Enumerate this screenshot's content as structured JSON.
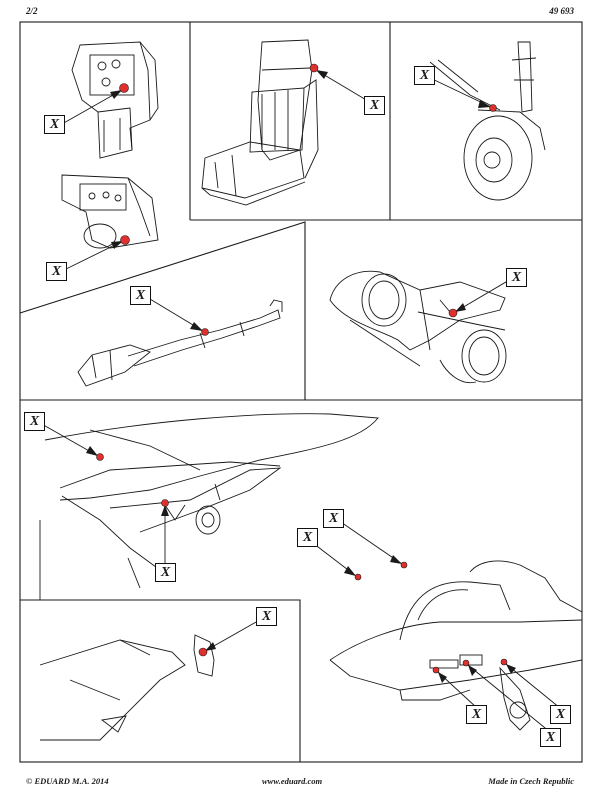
{
  "header": {
    "page": "2/2",
    "kit_number": "49 693"
  },
  "footer": {
    "copyright": "© EDUARD  M.A. 2014",
    "website": "www.eduard.com",
    "origin": "Made in Czech Republic"
  },
  "marker_label": "X",
  "markers": [
    {
      "panel": "instrument-panel-top"
    },
    {
      "panel": "instrument-panel-bottom"
    },
    {
      "panel": "ejection-seat"
    },
    {
      "panel": "landing-gear"
    },
    {
      "panel": "control-stick"
    },
    {
      "panel": "intakes"
    },
    {
      "panel": "nose-gear-bay"
    },
    {
      "panel": "nose-gear-bay"
    },
    {
      "panel": "canopy-detail"
    },
    {
      "panel": "fuselage"
    },
    {
      "panel": "fuselage"
    },
    {
      "panel": "fuselage"
    },
    {
      "panel": "fuselage"
    },
    {
      "panel": "fuselage"
    }
  ],
  "colors": {
    "ink": "#1a1a1a",
    "highlight": "#e0302e",
    "background": "#ffffff"
  }
}
